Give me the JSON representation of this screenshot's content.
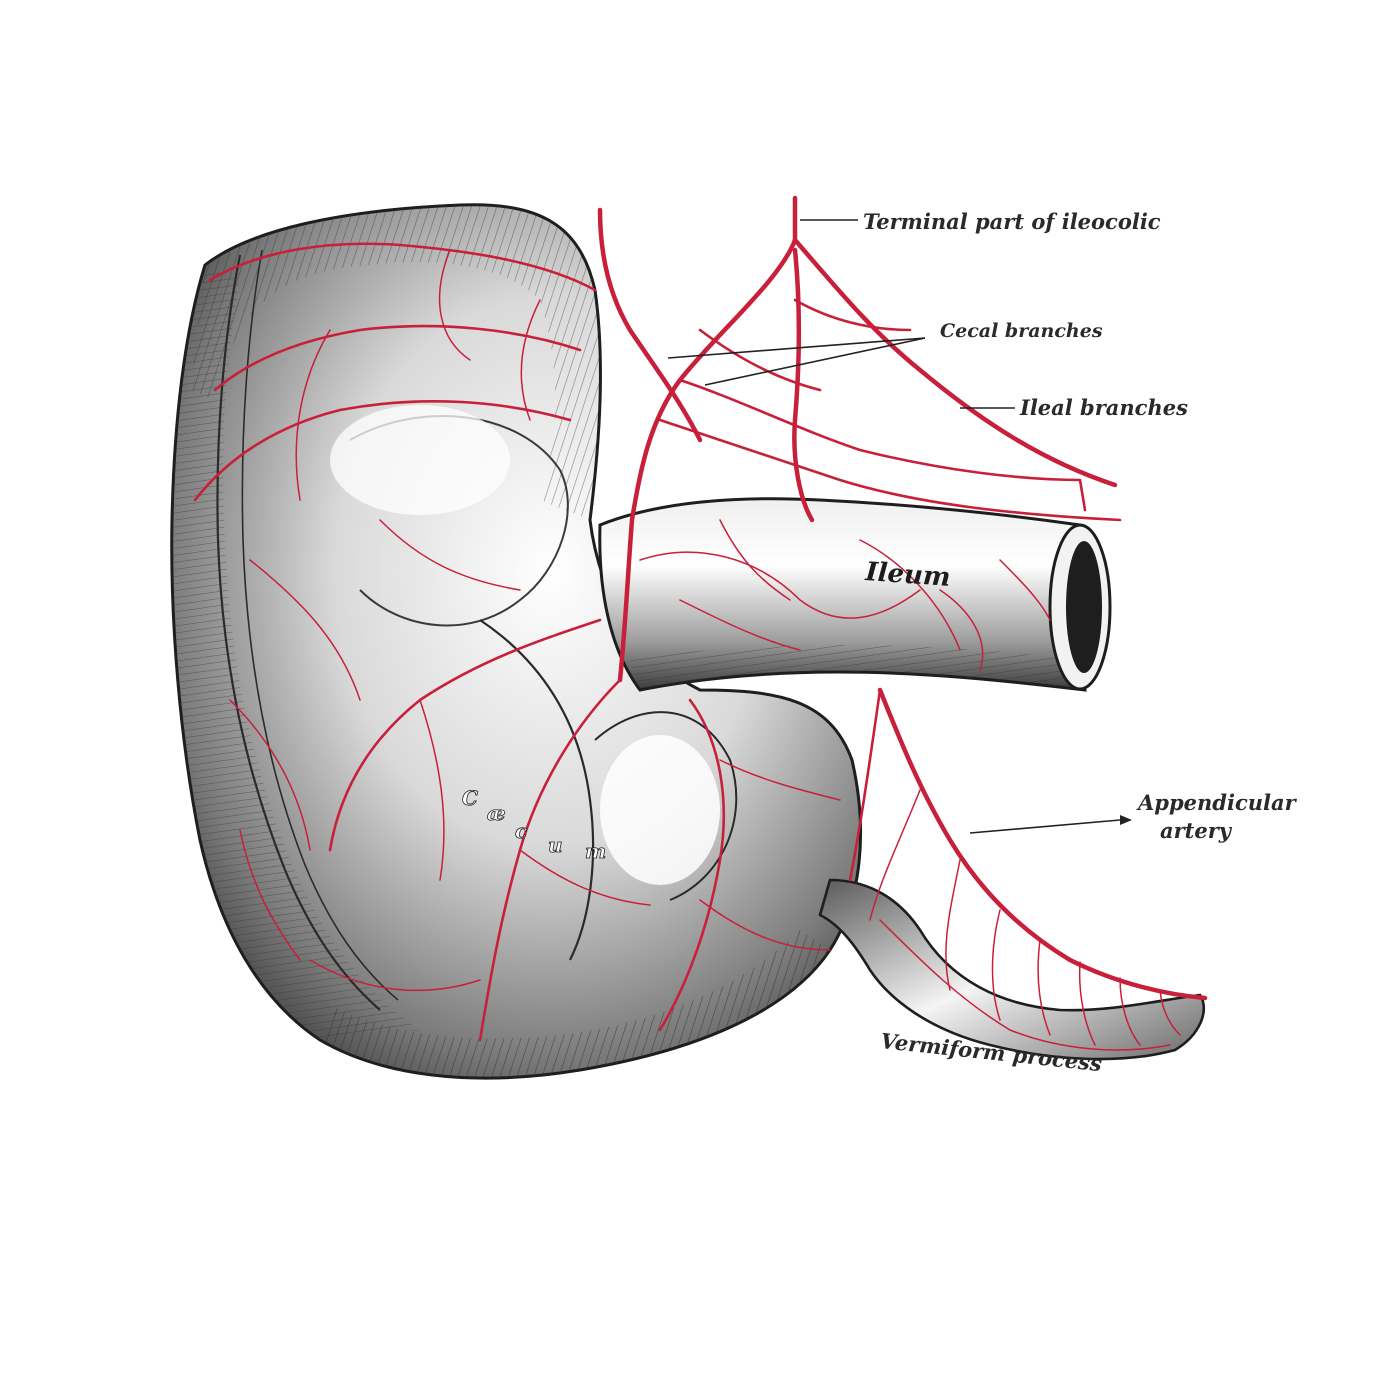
{
  "labels": {
    "terminal": "Terminal part of ileocolic",
    "cecal": "Cecal branches",
    "ileal": "Ileal branches",
    "appendicular_line1": "Appendicular",
    "appendicular_line2": "artery",
    "vermiform": "Vermiform process",
    "ileum": "Ileum",
    "cecum_letters": [
      "C",
      "æ",
      "c",
      "u",
      "m"
    ]
  },
  "colors": {
    "artery": "#c8203a",
    "outline": "#1e1e1e",
    "shade": "#3a3a3a",
    "background": "#ffffff"
  }
}
